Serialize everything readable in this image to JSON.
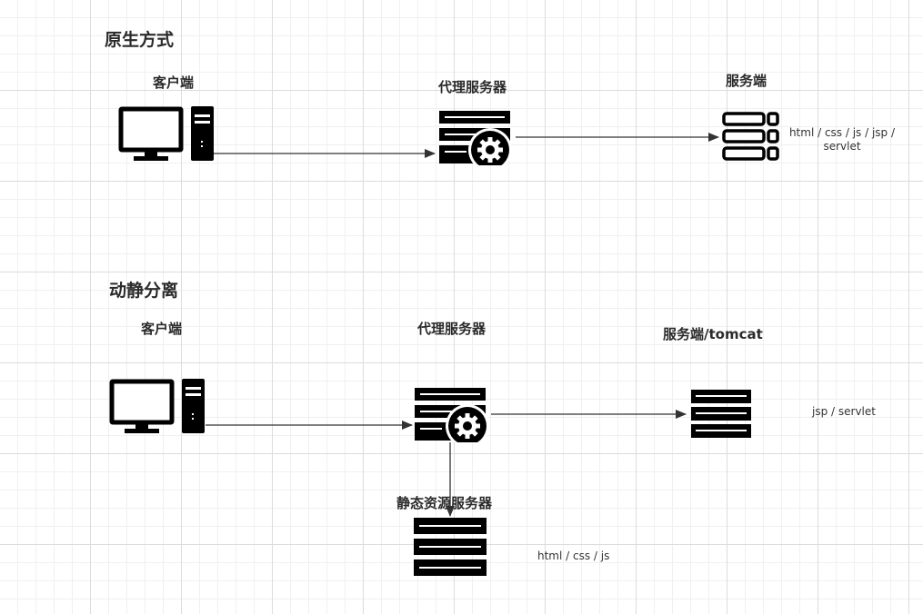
{
  "section1": {
    "title": "原生方式",
    "client_label": "客户端",
    "proxy_label": "代理服务器",
    "server_label": "服务端",
    "server_note_line1": "html / css / js / jsp /",
    "server_note_line2": "servlet"
  },
  "section2": {
    "title": "动静分离",
    "client_label": "客户端",
    "proxy_label": "代理服务器",
    "server_label": "服务端/tomcat",
    "server_note": "jsp / servlet",
    "static_label": "静态资源服务器",
    "static_note": "html / css / js"
  },
  "colors": {
    "icon": "#000000",
    "arrow": "#333333",
    "grid": "#dcdcdc"
  }
}
